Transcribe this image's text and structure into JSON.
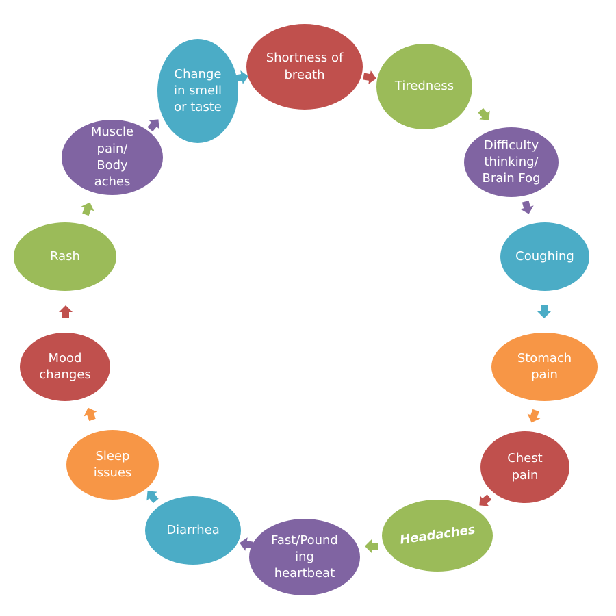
{
  "colors": {
    "red": "#c0504d",
    "green": "#9bbb59",
    "purple": "#8064a2",
    "blue": "#4bacc6",
    "orange": "#f79646",
    "text": "#ffffff",
    "background": "#ffffff"
  },
  "diagram": {
    "type": "cycle",
    "direction": "clockwise",
    "nodes": [
      {
        "label": "Shortness of\nbreath",
        "color": "red"
      },
      {
        "label": "Tiredness",
        "color": "green"
      },
      {
        "label": "Difficulty\nthinking/\nBrain Fog",
        "color": "purple"
      },
      {
        "label": "Coughing",
        "color": "blue"
      },
      {
        "label": "Stomach\npain",
        "color": "orange"
      },
      {
        "label": "Chest\npain",
        "color": "red"
      },
      {
        "label": "Headaches",
        "color": "green"
      },
      {
        "label": "Fast/Pound\ning\nheartbeat",
        "color": "purple"
      },
      {
        "label": "Diarrhea",
        "color": "blue"
      },
      {
        "label": "Sleep\nissues",
        "color": "orange"
      },
      {
        "label": "Mood\nchanges",
        "color": "red"
      },
      {
        "label": "Rash",
        "color": "green"
      },
      {
        "label": "Muscle\npain/\nBody\naches",
        "color": "purple"
      },
      {
        "label": "Change\nin smell\nor taste",
        "color": "blue"
      }
    ]
  }
}
